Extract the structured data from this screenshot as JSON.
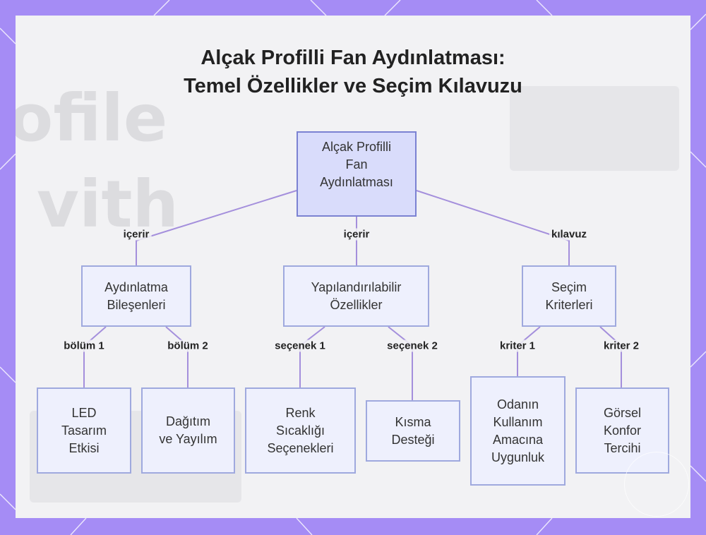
{
  "title_line1": "Alçak Profilli Fan Aydınlatması:",
  "title_line2": "Temel Özellikler ve Seçim Kılavuzu",
  "background_text": [
    "ofile",
    "vith"
  ],
  "colors": {
    "frame": "#a58cf5",
    "edge": "#a48fdc",
    "root_fill": "#d9dcfb",
    "node_fill": "#eef0fd",
    "node_border": "#9fa9de"
  },
  "nodes": {
    "root": "Alçak Profilli\nFan\nAydınlatması",
    "components": "Aydınlatma\nBileşenleri",
    "features": "Yapılandırılabilir\nÖzellikler",
    "criteria": "Seçim\nKriterleri",
    "led": "LED\nTasarım\nEtkisi",
    "distribution": "Dağıtım\nve Yayılım",
    "color_temp": "Renk\nSıcaklığı\nSeçenekleri",
    "dimming": "Kısma\nDesteği",
    "room_use": "Odanın\nKullanım\nAmacına\nUygunluk",
    "visual_comfort": "Görsel\nKonfor\nTercihi"
  },
  "edges": {
    "root_components": "içerir",
    "root_features": "içerir",
    "root_criteria": "kılavuz",
    "components_led": "bölüm 1",
    "components_distribution": "bölüm 2",
    "features_color_temp": "seçenek 1",
    "features_dimming": "seçenek 2",
    "criteria_room_use": "kriter 1",
    "criteria_visual_comfort": "kriter 2"
  }
}
